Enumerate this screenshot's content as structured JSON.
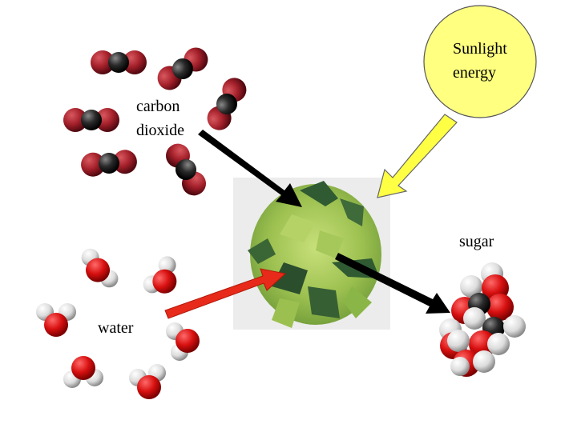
{
  "labels": {
    "sunlight_line1": "Sunlight",
    "sunlight_line2": "energy",
    "carbon_line1": "carbon",
    "carbon_line2": "dioxide",
    "water": "water",
    "sugar": "sugar"
  },
  "colors": {
    "sun_fill": "#ffff80",
    "carbon_oxygen": "#a4202a",
    "carbon_atom": "#222222",
    "water_oxygen": "#e01010",
    "hydrogen": "#e8e8e8",
    "arrow_black": "#000000",
    "arrow_sun": "#ffff44",
    "arrow_water": "#e82a1a",
    "plant_light": "#9cc050",
    "plant_dark": "#2f5a32"
  }
}
